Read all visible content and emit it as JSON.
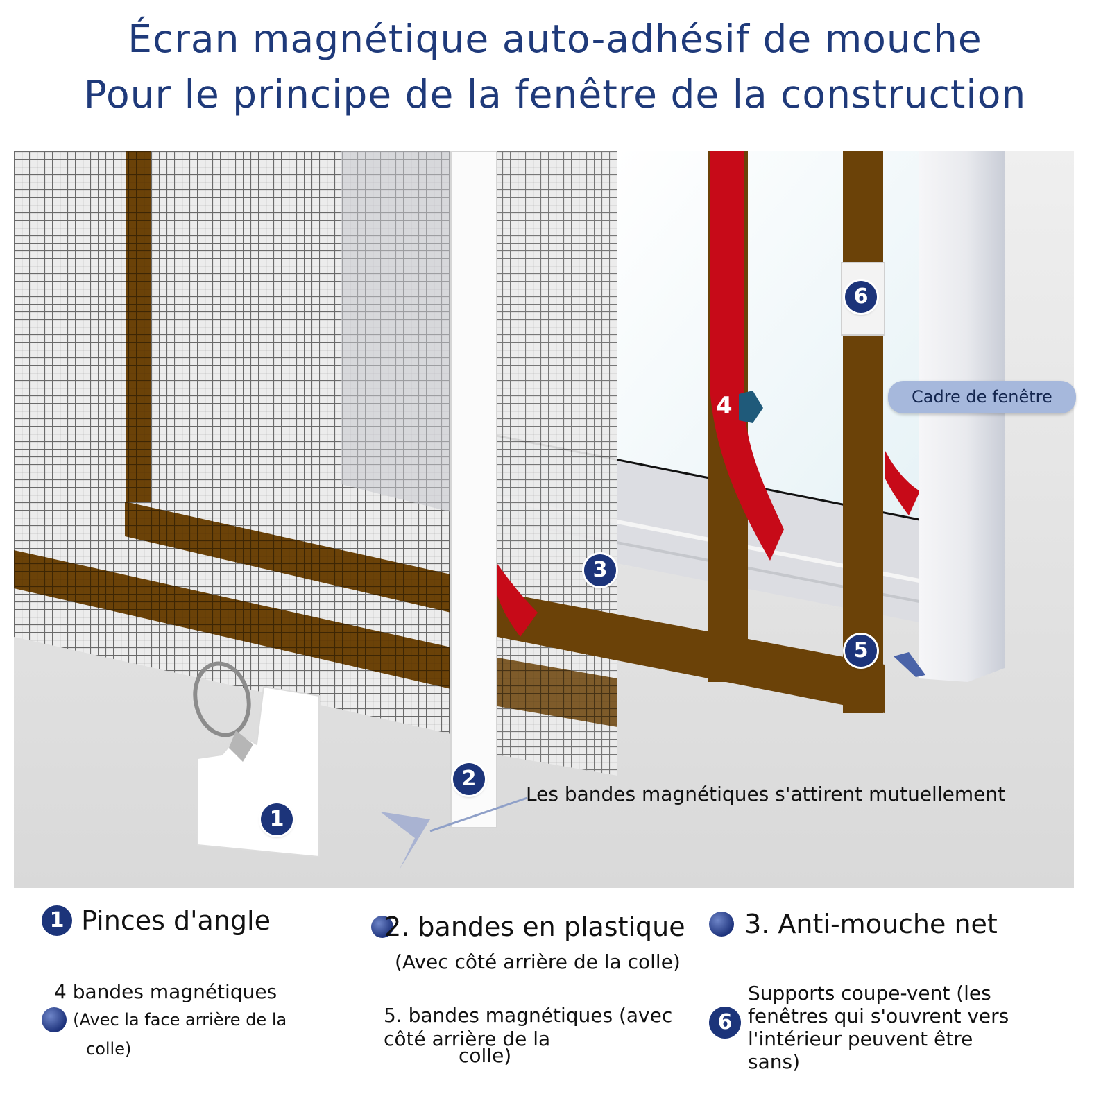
{
  "title": {
    "line1": "Écran magnétique auto-adhésif de mouche",
    "line2": "Pour le principe de la fenêtre de la construction"
  },
  "callouts": {
    "frame_label": "Cadre de fenêtre",
    "attract_note": "Les bandes magnétiques s'attirent  mutuellement"
  },
  "markers": [
    "1",
    "2",
    "3",
    "4",
    "5",
    "6"
  ],
  "legend": {
    "item1": {
      "number": "1",
      "label": "Pinces d'angle"
    },
    "item2": {
      "label": "2. bandes en plastique",
      "note": "(Avec côté arrière de la colle)"
    },
    "item3": {
      "label": "3. Anti-mouche net"
    },
    "item4": {
      "label": "4 bandes magnétiques",
      "note_line1": "(Avec la face arrière de la",
      "note_line2": "colle)"
    },
    "item5": {
      "label_line1": "5. bandes magnétiques (avec",
      "label_line2": "côté arrière de la",
      "label_line3": "colle)"
    },
    "item6": {
      "number": "6",
      "line1": "Supports coupe-vent (les",
      "line2": "fenêtres qui s'ouvrent vers",
      "line3": "l'intérieur peuvent être",
      "line4": "sans)"
    }
  },
  "colors": {
    "title": "#1f3a7a",
    "marker": "#1c347a",
    "tape_brown": "#6b4208",
    "magnet_red": "#c70a18",
    "label_bg": "#a6b8dc"
  }
}
